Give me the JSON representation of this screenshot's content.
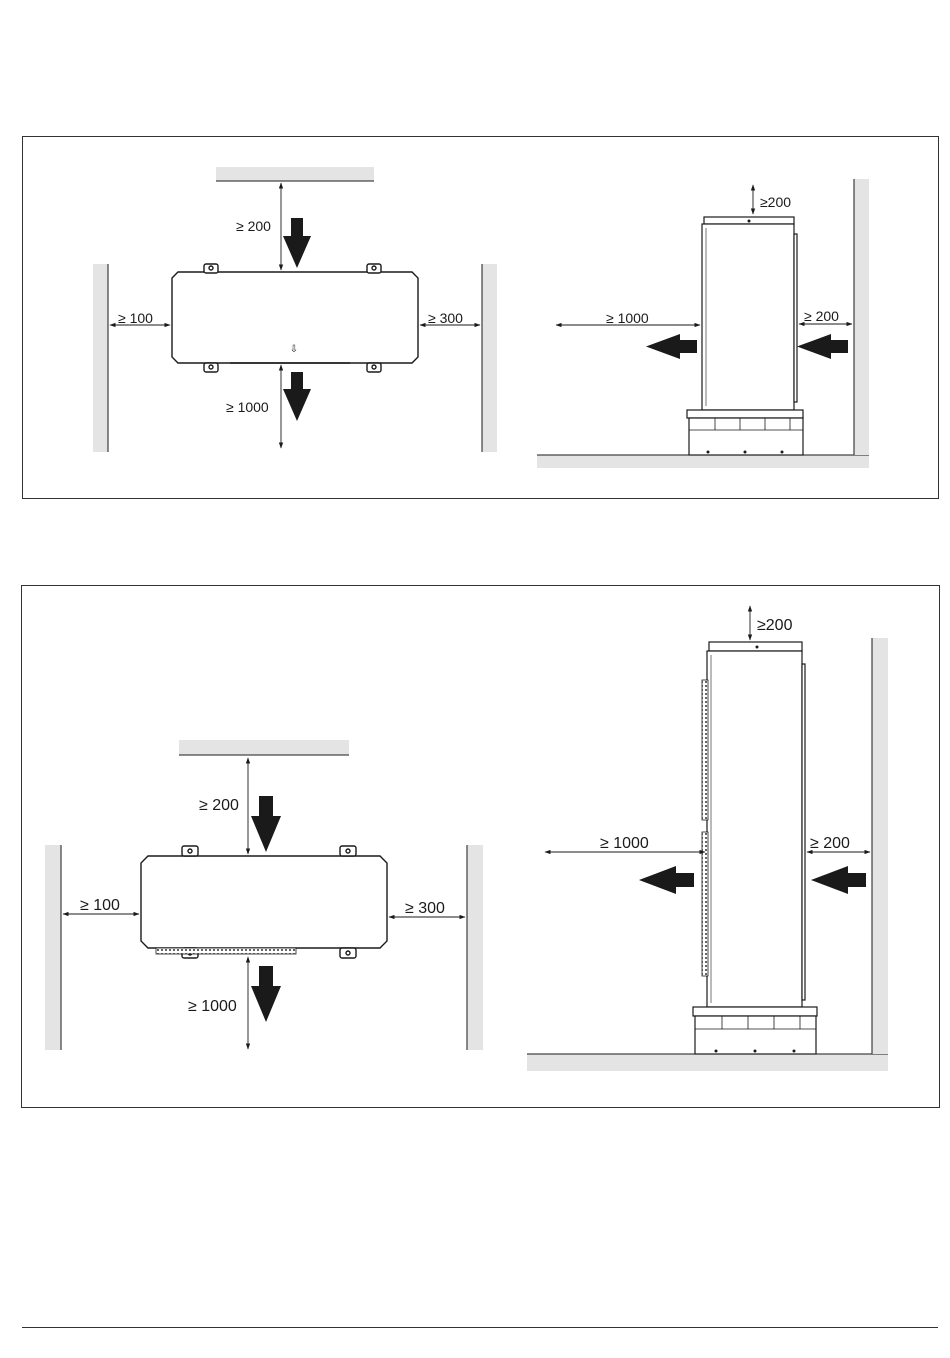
{
  "diagram_1": {
    "top_view": {
      "top": "≥ 200",
      "bottom": "≥ 1000",
      "left": "≥ 100",
      "right": "≥ 300",
      "arrow_glyph": "⇩"
    },
    "side_view": {
      "top": "≥200",
      "front": "≥ 1000",
      "back": "≥ 200"
    }
  },
  "diagram_2": {
    "top_view": {
      "top": "≥ 200",
      "bottom": "≥ 1000",
      "left": "≥ 100",
      "right": "≥ 300"
    },
    "side_view": {
      "top": "≥200",
      "front": "≥ 1000",
      "back": "≥ 200"
    }
  },
  "colors": {
    "wall": "#e4e4e4",
    "line": "#1a1a1a"
  }
}
